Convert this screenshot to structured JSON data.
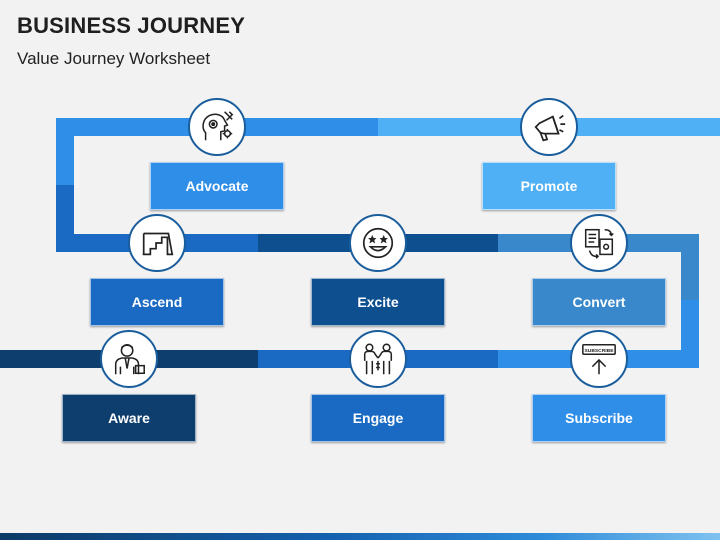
{
  "header": {
    "title": "BUSINESS JOURNEY",
    "subtitle": "Value Journey Worksheet"
  },
  "colors": {
    "darkest": "#0e3e6e",
    "dark": "#0d4f8f",
    "mid": "#1a6ac4",
    "bright": "#2f8ee8",
    "light": "#4fb0f5",
    "convert": "#3a88cc"
  },
  "steps": {
    "advocate": "Advocate",
    "promote": "Promote",
    "ascend": "Ascend",
    "excite": "Excite",
    "convert": "Convert",
    "aware": "Aware",
    "engage": "Engage",
    "subscribe": "Subscribe"
  },
  "icons": {
    "advocate": "head-gears-icon",
    "promote": "megaphone-icon",
    "ascend": "staircase-icon",
    "excite": "star-eyes-emoji-icon",
    "convert": "document-exchange-icon",
    "aware": "businessman-icon",
    "engage": "handshake-people-icon",
    "subscribe": "subscribe-button-icon",
    "subscribe_text": "SUBSCRIBE"
  }
}
